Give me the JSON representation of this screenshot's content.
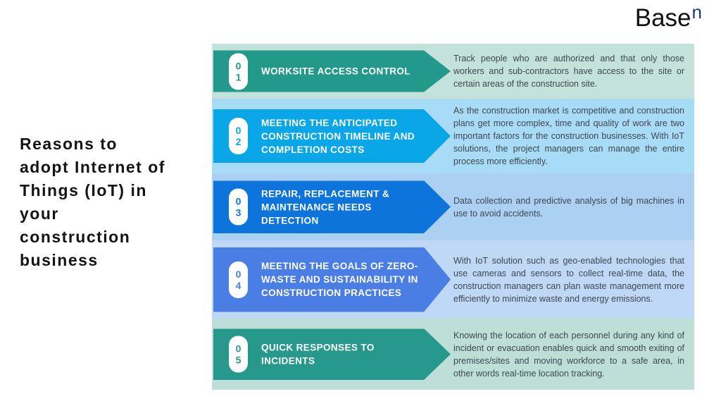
{
  "logo": {
    "text": "Base",
    "superscript": "n",
    "superscript_color": "#1b3c78"
  },
  "title": "Reasons to\nadopt Internet of\nThings (IoT) in\nyour\nconstruction\nbusiness",
  "rows": [
    {
      "num_top": "0",
      "num_bottom": "1",
      "heading": "WORKSITE ACCESS CONTROL",
      "description": "Track people who are authorized and that only those workers and sub-contractors have access to the site or certain areas of the construction site.",
      "colors": {
        "band": "#c2e2db",
        "arrow": "#23998c"
      }
    },
    {
      "num_top": "0",
      "num_bottom": "2",
      "heading": "MEETING THE ANTICIPATED CONSTRUCTION TIMELINE AND COMPLETION COSTS",
      "description": "As the construction market is competitive and construction plans get more complex, time and quality of work are two important factors for the construction businesses. With IoT solutions, the project managers can manage the entire process more efficiently.",
      "colors": {
        "band": "#a8dbf5",
        "arrow": "#09a7e7"
      }
    },
    {
      "num_top": "0",
      "num_bottom": "3",
      "heading": "REPAIR, REPLACEMENT & MAINTENANCE NEEDS DETECTION",
      "description": "Data collection and predictive analysis of big machines in use to avoid accidents.",
      "colors": {
        "band": "#abd0f1",
        "arrow": "#0d74dc"
      }
    },
    {
      "num_top": "0",
      "num_bottom": "4",
      "heading": "MEETING THE GOALS OF ZERO-WASTE AND SUSTAINABILITY IN CONSTRUCTION PRACTICES",
      "description": "With IoT solution such as geo-enabled technologies that use cameras and sensors to collect real-time data, the construction managers can plan waste management more efficiently to minimize waste and energy emissions.",
      "colors": {
        "band": "#bed8f5",
        "arrow": "#4a7ee4"
      }
    },
    {
      "num_top": "0",
      "num_bottom": "5",
      "heading": "QUICK RESPONSES TO INCIDENTS",
      "description": "Knowing the location of each personnel during any kind of incident or evacuation enables quick and smooth exiting of premises/sites and moving workforce to a safe area, in other words real-time location tracking.",
      "colors": {
        "band": "#bedfd8",
        "arrow": "#26998c"
      }
    }
  ]
}
